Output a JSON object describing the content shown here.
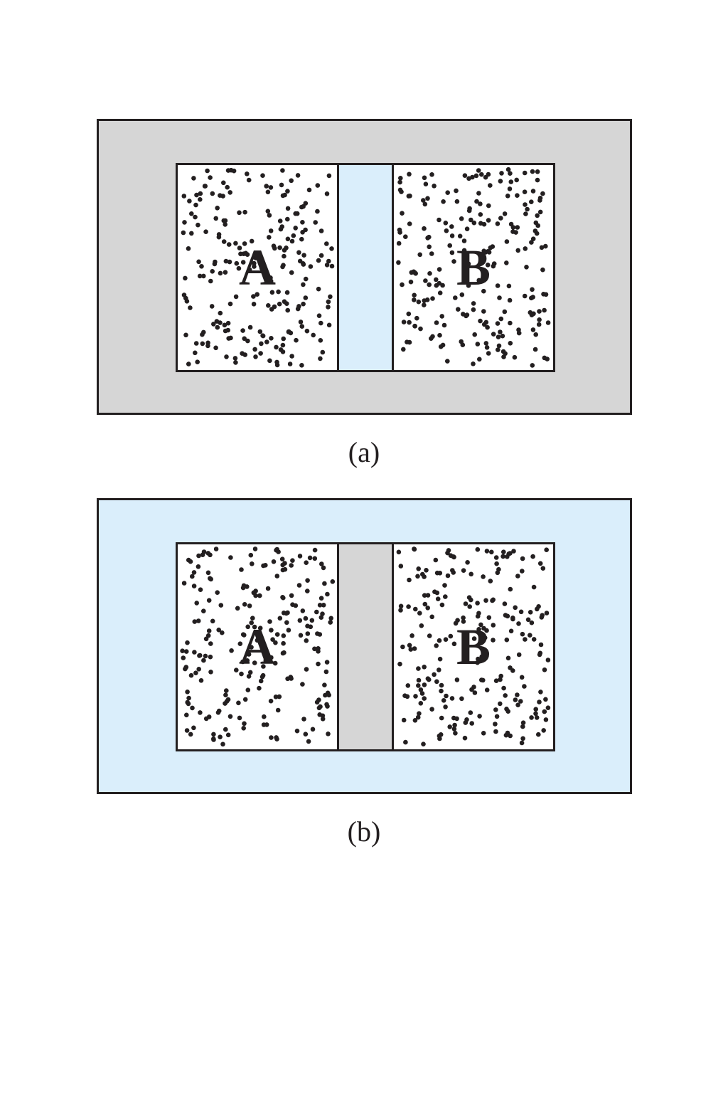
{
  "colors": {
    "gray": "#d6d6d6",
    "blue": "#daeefb",
    "ink": "#231f20"
  },
  "panels": [
    {
      "caption": "(a)",
      "left_label": "A",
      "right_label": "B",
      "surround": "gray",
      "partition": "blue"
    },
    {
      "caption": "(b)",
      "left_label": "A",
      "right_label": "B",
      "surround": "blue",
      "partition": "gray"
    }
  ]
}
